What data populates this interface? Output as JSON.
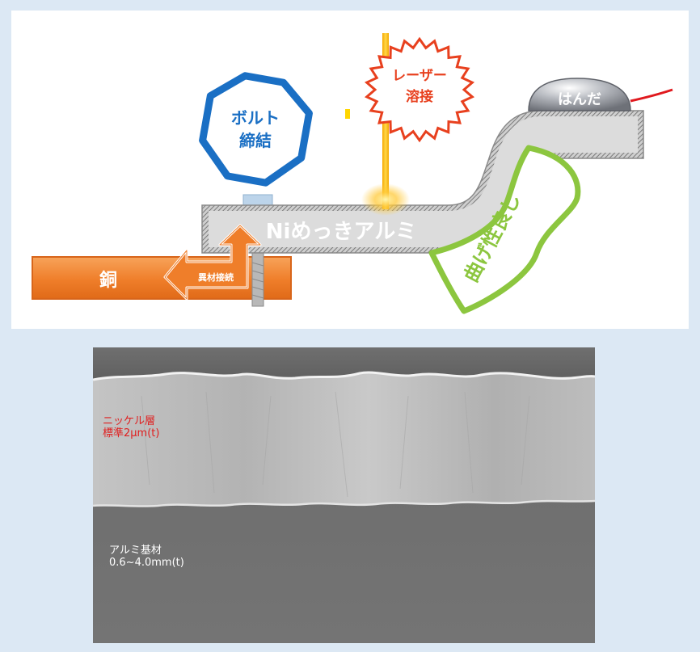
{
  "diagram": {
    "bolt_label_line1": "ボルト",
    "bolt_label_line2": "締結",
    "laser_label_line1": "レーザー",
    "laser_label_line2": "溶接",
    "solder_label": "はんだ",
    "plate_label": "Niめっきアルミ",
    "copper_label": "銅",
    "dissimilar_label": "異材接続",
    "bend_label": "曲げ性良し"
  },
  "micrograph": {
    "nickel_line1": "ニッケル層",
    "nickel_line2": "標準2μm(t)",
    "alu_line1": "アルミ基材",
    "alu_line2": "0.6~4.0mm(t)"
  },
  "colors": {
    "bolt_blue": "#1a6fc4",
    "laser_red": "#e8401e",
    "laser_yellow": "#f5b400",
    "copper_orange": "#ef7e2a",
    "bend_green": "#8cc63f",
    "nickel_red": "#e01e1e"
  }
}
